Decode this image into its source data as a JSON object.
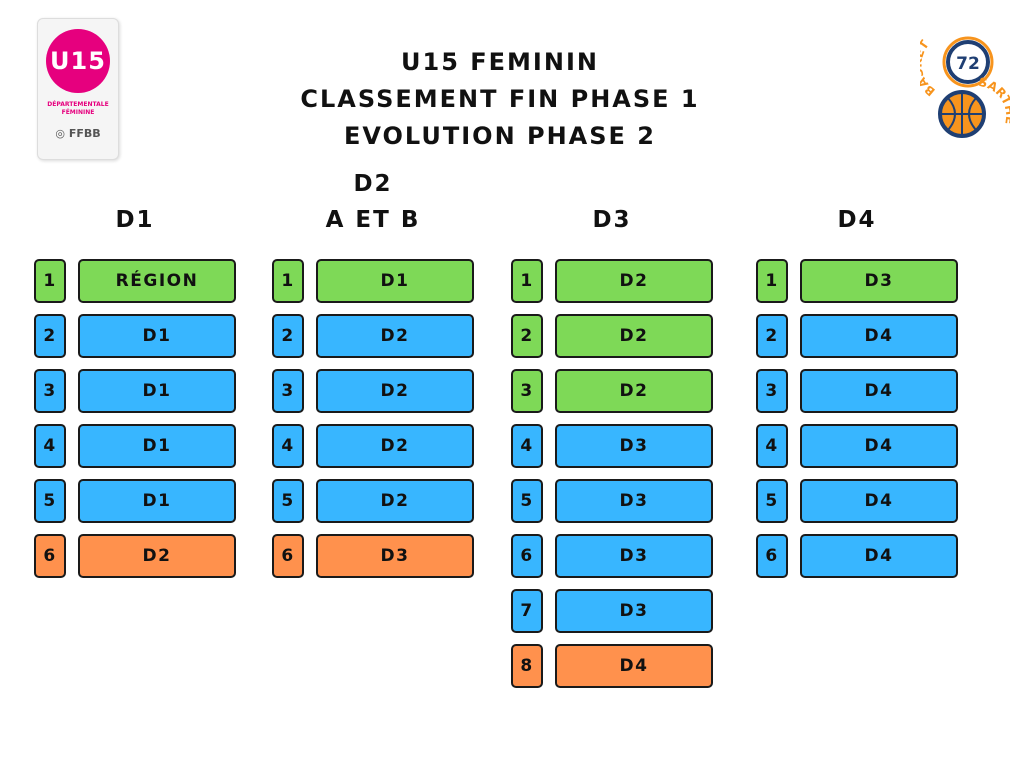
{
  "title_lines": [
    "U15 FEMININ",
    "CLASSEMENT FIN PHASE 1",
    "EVOLUTION PHASE 2"
  ],
  "logo_left": {
    "text": "U15",
    "sub1": "DÉPARTEMENTALE",
    "sub2": "FÉMININE",
    "brand": "FFBB"
  },
  "logo_right": {
    "number": "72",
    "word1": "BASKET",
    "word2": "SARTHE"
  },
  "colors": {
    "green": "#7ed957",
    "blue": "#38b6ff",
    "orange": "#ff914d"
  },
  "columns": [
    {
      "heading": [
        "D1"
      ],
      "rows": [
        {
          "rank": "1",
          "dest": "RÉGION",
          "status": "green"
        },
        {
          "rank": "2",
          "dest": "D1",
          "status": "blue"
        },
        {
          "rank": "3",
          "dest": "D1",
          "status": "blue"
        },
        {
          "rank": "4",
          "dest": "D1",
          "status": "blue"
        },
        {
          "rank": "5",
          "dest": "D1",
          "status": "blue"
        },
        {
          "rank": "6",
          "dest": "D2",
          "status": "orange"
        }
      ]
    },
    {
      "heading": [
        "D2",
        "A ET B"
      ],
      "rows": [
        {
          "rank": "1",
          "dest": "D1",
          "status": "green"
        },
        {
          "rank": "2",
          "dest": "D2",
          "status": "blue"
        },
        {
          "rank": "3",
          "dest": "D2",
          "status": "blue"
        },
        {
          "rank": "4",
          "dest": "D2",
          "status": "blue"
        },
        {
          "rank": "5",
          "dest": "D2",
          "status": "blue"
        },
        {
          "rank": "6",
          "dest": "D3",
          "status": "orange"
        }
      ]
    },
    {
      "heading": [
        "D3"
      ],
      "rows": [
        {
          "rank": "1",
          "dest": "D2",
          "status": "green"
        },
        {
          "rank": "2",
          "dest": "D2",
          "status": "green"
        },
        {
          "rank": "3",
          "dest": "D2",
          "status": "green"
        },
        {
          "rank": "4",
          "dest": "D3",
          "status": "blue"
        },
        {
          "rank": "5",
          "dest": "D3",
          "status": "blue"
        },
        {
          "rank": "6",
          "dest": "D3",
          "status": "blue"
        },
        {
          "rank": "7",
          "dest": "D3",
          "status": "blue"
        },
        {
          "rank": "8",
          "dest": "D4",
          "status": "orange"
        }
      ]
    },
    {
      "heading": [
        "D4"
      ],
      "rows": [
        {
          "rank": "1",
          "dest": "D3",
          "status": "green"
        },
        {
          "rank": "2",
          "dest": "D4",
          "status": "blue"
        },
        {
          "rank": "3",
          "dest": "D4",
          "status": "blue"
        },
        {
          "rank": "4",
          "dest": "D4",
          "status": "blue"
        },
        {
          "rank": "5",
          "dest": "D4",
          "status": "blue"
        },
        {
          "rank": "6",
          "dest": "D4",
          "status": "blue"
        }
      ]
    }
  ]
}
